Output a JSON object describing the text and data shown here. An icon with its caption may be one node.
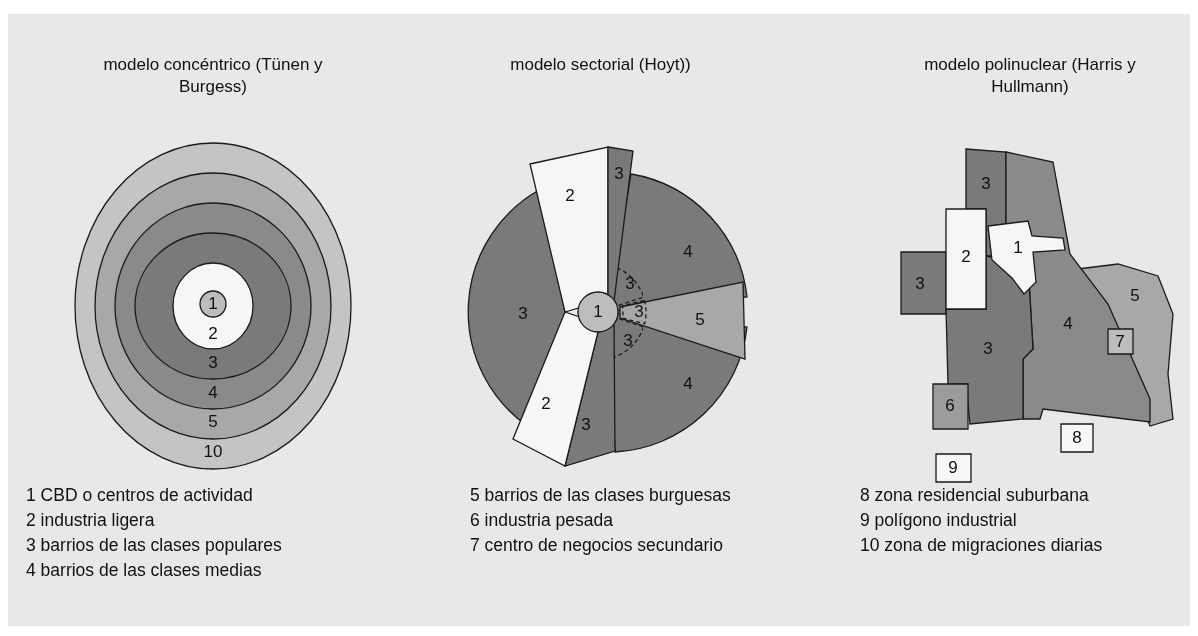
{
  "diagram": {
    "nodes": [
      {
        "text": [
          "modelo concéntrico (Tünen y Burgess)"
        ]
      },
      {
        "text": [
          "10"
        ],
        "in": 0
      },
      {
        "text": [
          "5"
        ],
        "in": 1
      },
      {
        "text": [
          "4"
        ],
        "in": 2
      },
      {
        "text": [
          "3"
        ],
        "in": 3
      },
      {
        "text": [
          "2"
        ],
        "in": 4
      },
      {
        "text": [
          "1"
        ],
        "in": 5
      },
      {
        "text": [
          "modelo sectorial (Hoyt))"
        ]
      },
      {
        "text": [
          "2"
        ],
        "in": 7
      },
      {
        "text": [
          "3"
        ],
        "in": 7
      },
      {
        "text": [
          "4"
        ],
        "in": 7
      },
      {
        "text": [
          "3"
        ],
        "in": 7
      },
      {
        "text": [
          "3"
        ],
        "in": 7
      },
      {
        "text": [
          "1"
        ],
        "in": 7
      },
      {
        "text": [
          "5"
        ],
        "in": 7
      },
      {
        "text": [
          "3"
        ],
        "in": 14
      },
      {
        "text": [
          "3"
        ],
        "in": 7
      },
      {
        "text": [
          "4"
        ],
        "in": 7
      },
      {
        "text": [
          "2"
        ],
        "in": 7
      },
      {
        "text": [
          "3"
        ],
        "in": 7
      },
      {
        "text": [
          "modelo polinuclear (Harris y Hullmann)"
        ]
      },
      {
        "text": [
          "3"
        ],
        "in": 20
      },
      {
        "text": [
          "2"
        ],
        "in": 20
      },
      {
        "text": [
          "1"
        ],
        "in": 20
      },
      {
        "text": [
          "3"
        ],
        "in": 20
      },
      {
        "text": [
          "5"
        ],
        "in": 20
      },
      {
        "text": [
          "3"
        ],
        "in": 20
      },
      {
        "text": [
          "4"
        ],
        "in": 20
      },
      {
        "text": [
          "7"
        ]
      },
      {
        "text": [
          "6"
        ],
        "in": 20
      },
      {
        "text": [
          "8"
        ],
        "in": 20
      },
      {
        "text": [
          "9"
        ],
        "in": 20
      }
    ],
    "labels": [
      "1 CBD o centros de actividad",
      "2 industria ligera",
      "3 barrios de las clases populares",
      "4 barrios de las clases medias",
      "5 barrios de las clases burguesas",
      "6 industria pesada",
      "7 centro de negocios secundario",
      "8 zona residencial suburbana",
      "9 polígono industrial",
      "10 zona de migraciones diarias"
    ]
  }
}
